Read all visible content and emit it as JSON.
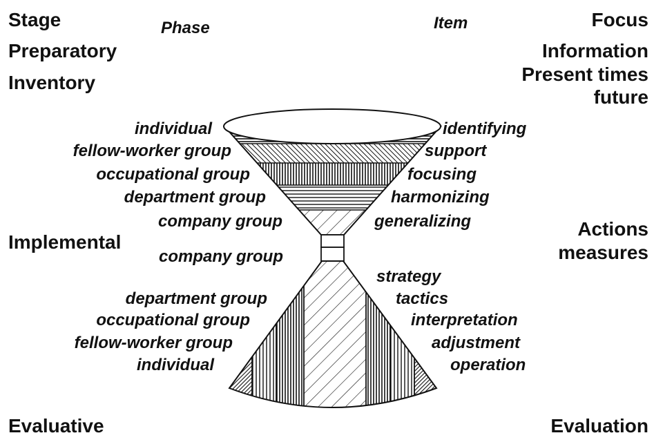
{
  "headers": {
    "stage": "Stage",
    "phase": "Phase",
    "item": "Item",
    "focus": "Focus"
  },
  "stages": {
    "preparatory": "Preparatory",
    "inventory": "Inventory",
    "implemental": "Implemental",
    "evaluative": "Evaluative"
  },
  "focus_labels": {
    "information": "Information",
    "present_times": "Present times",
    "future": "future",
    "actions": "Actions",
    "measures": "measures",
    "evaluation": "Evaluation"
  },
  "upper_phases": [
    "individual",
    "fellow-worker group",
    "occupational group",
    "department group",
    "company group"
  ],
  "upper_items": [
    "identifying",
    "support",
    "focusing",
    "harmonizing",
    "generalizing"
  ],
  "lower_phases": [
    "company group",
    "department group",
    "occupational group",
    "fellow-worker group",
    "individual"
  ],
  "lower_items": [
    "strategy",
    "tactics",
    "interpretation",
    "adjustment",
    "operation"
  ]
}
